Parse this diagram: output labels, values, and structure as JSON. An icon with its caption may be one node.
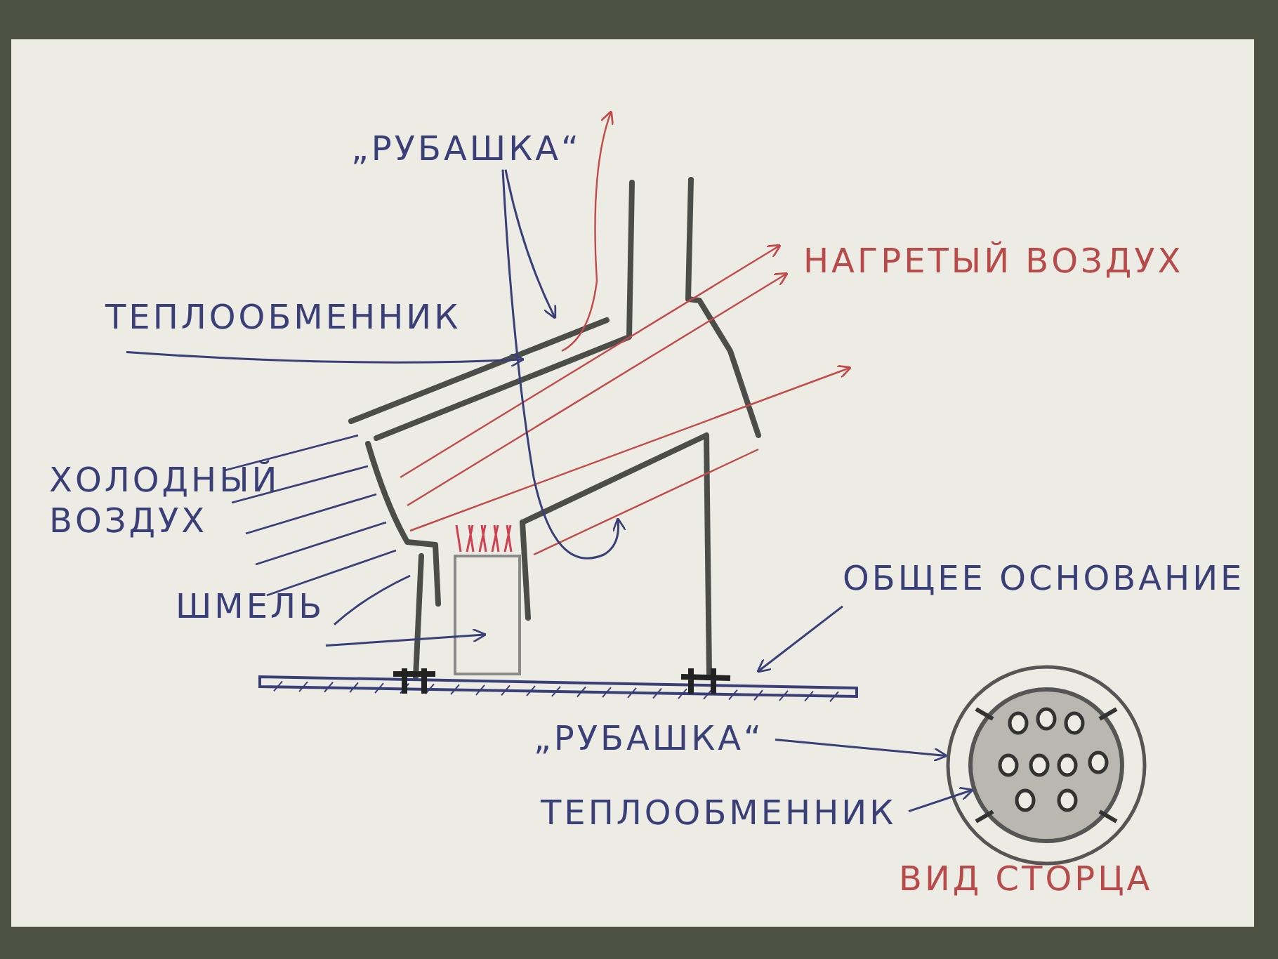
{
  "diagram": {
    "nodes": [
      {
        "text": [
          "„РУБАШКА“"
        ]
      },
      {
        "text": [
          "ТЕПЛООБМЕННИК"
        ]
      },
      {
        "text": [
          "ШМЕЛЬ"
        ]
      },
      {
        "text": [
          "ОБЩЕЕ ОСНОВАНИЕ"
        ]
      },
      {
        "text": [
          "„РУБАШКА“"
        ]
      },
      {
        "text": [
          "ТЕПЛООБМЕННИК"
        ]
      },
      {
        "text": [],
        "shape": "circle",
        "beside": [
          "ВИД СТОРЦА"
        ]
      },
      {
        "text": [],
        "shape": "circle",
        "in": 6
      }
    ],
    "edges": [
      {
        "from": 0,
        "to": null,
        "arrow": "to"
      },
      {
        "from": 0,
        "to": null,
        "arrow": "to"
      },
      {
        "from": 1,
        "to": null,
        "arrow": "to"
      },
      {
        "from": 2,
        "to": null,
        "arrow": "none"
      },
      {
        "from": 2,
        "to": null,
        "arrow": "to"
      },
      {
        "from": 3,
        "to": null,
        "arrow": "to"
      },
      {
        "from": 4,
        "to": 6,
        "arrow": "to"
      },
      {
        "from": 5,
        "to": 7,
        "arrow": "to"
      }
    ],
    "labels": [
      "НАГРЕТЫЙ ВОЗДУХ",
      "ХОЛОДНЫЙ ВОЗДУХ"
    ]
  }
}
